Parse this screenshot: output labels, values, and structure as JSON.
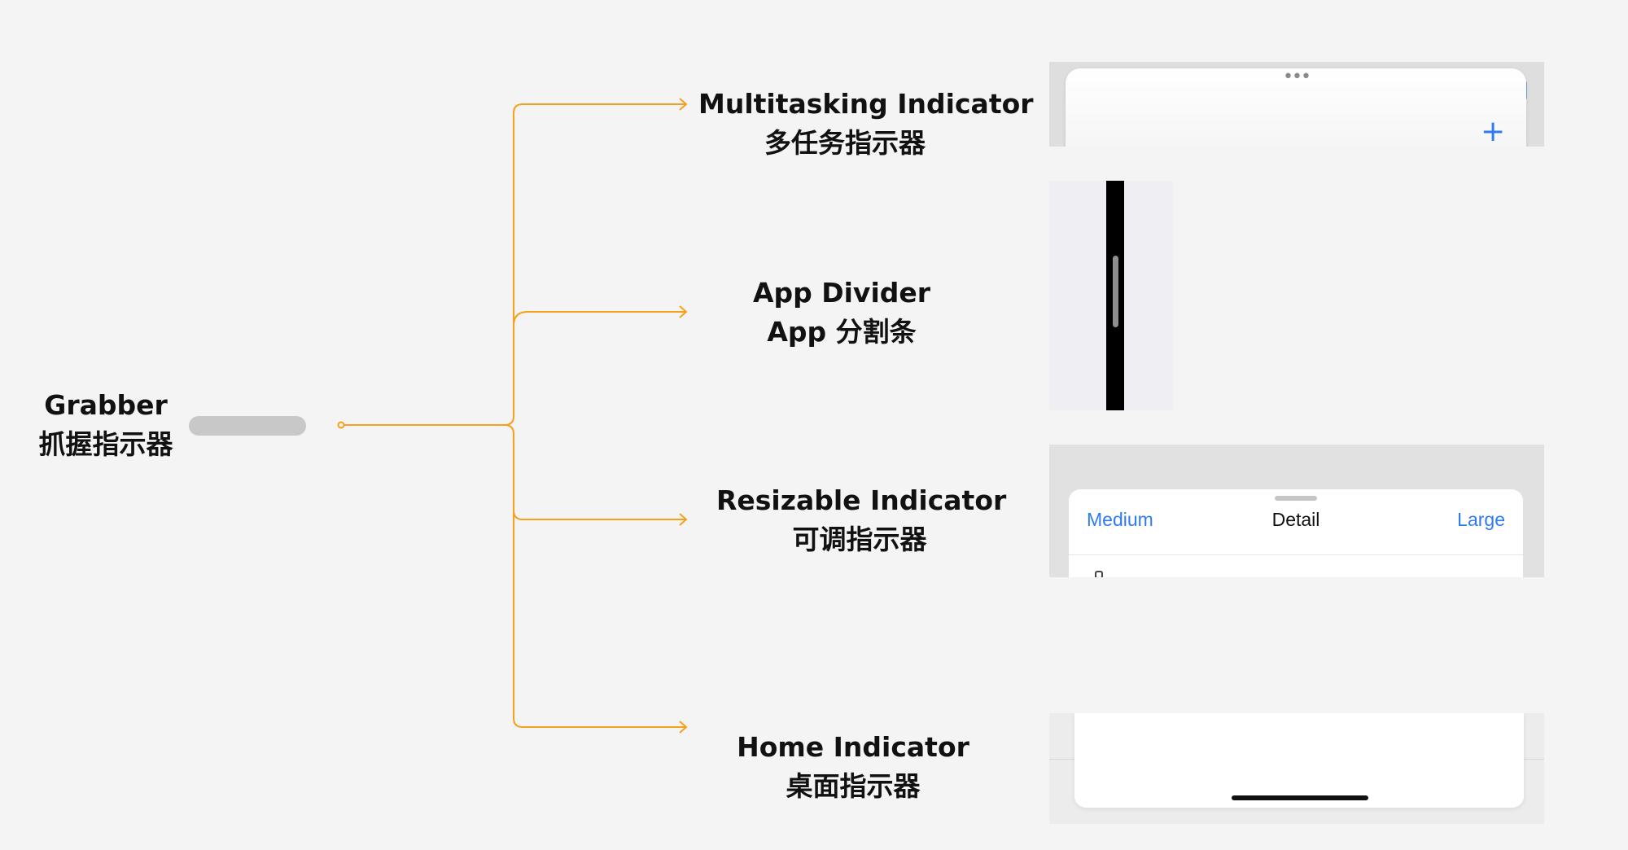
{
  "root": {
    "title": "Grabber",
    "subtitle": "抓握指示器"
  },
  "branches": [
    {
      "title": "Multitasking Indicator",
      "subtitle": "多任务指示器"
    },
    {
      "title": "App Divider",
      "subtitle": "App 分割条"
    },
    {
      "title": "Resizable Indicator",
      "subtitle": "可调指示器"
    },
    {
      "title": "Home Indicator",
      "subtitle": "桌面指示器"
    }
  ],
  "previews": {
    "multitasking": {
      "dots": "•••",
      "add": "+"
    },
    "resizable": {
      "left": "Medium",
      "center": "Detail",
      "right": "Large"
    }
  },
  "colors": {
    "connector": "#f5a11c",
    "link": "#2f7bf0",
    "grabber": "#c8c8c8",
    "background": "#f4f4f4"
  }
}
